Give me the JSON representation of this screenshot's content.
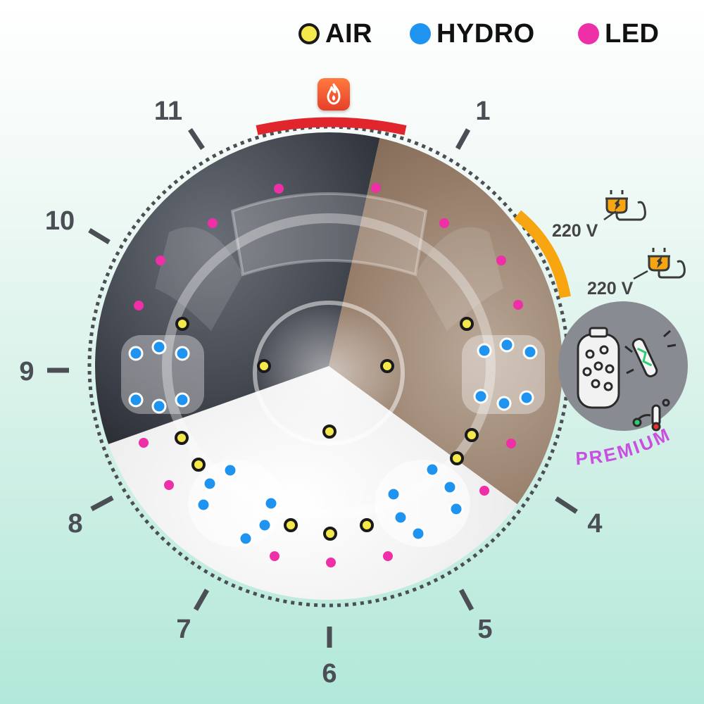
{
  "legend": [
    {
      "label": "AIR",
      "color": "#f5e84a",
      "ring": "#1a1a1a",
      "type": "air"
    },
    {
      "label": "HYDRO",
      "color": "#1f93f0",
      "type": "hydro"
    },
    {
      "label": "LED",
      "color": "#ee2fa8",
      "type": "led"
    }
  ],
  "clock": [
    "11",
    "1",
    "10",
    "9",
    "8",
    "4",
    "7",
    "5",
    "6"
  ],
  "power": [
    {
      "label": "220 V"
    },
    {
      "label": "220 V"
    }
  ],
  "premium": {
    "label": "PREMIUM",
    "color": "#c84fe0"
  },
  "icons": [
    "flame-icon",
    "plug-icon",
    "sand-filter-icon",
    "uv-lamp-icon",
    "temperature-sensor-icon"
  ],
  "colors": {
    "heater_arc": "#e0262c",
    "power_arc": "#f7a511",
    "tub_gray": "#3c4048",
    "tub_brown": "#8e7560",
    "tub_white": "#ececec"
  }
}
